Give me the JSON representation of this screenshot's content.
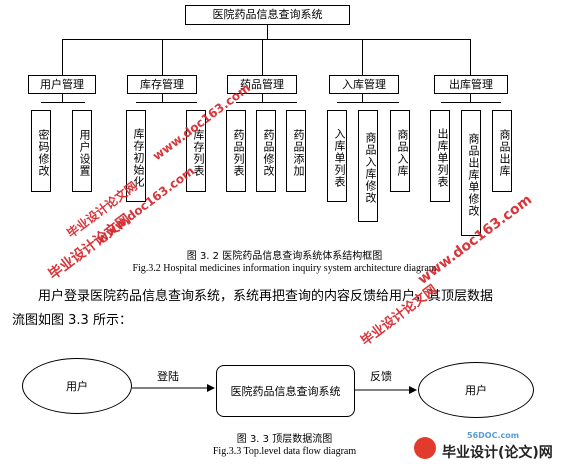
{
  "diagram": {
    "root": "医院药品信息查询系统",
    "modules": [
      {
        "title": "用户管理",
        "children": [
          "密码修改",
          "用户设置"
        ]
      },
      {
        "title": "库存管理",
        "children": [
          "库存初始化",
          "库存列表"
        ]
      },
      {
        "title": "药品管理",
        "children": [
          "药品列表",
          "药品修改",
          "药品添加"
        ]
      },
      {
        "title": "入库管理",
        "children": [
          "入库单列表",
          "商品入库修改",
          "商品入库"
        ]
      },
      {
        "title": "出库管理",
        "children": [
          "出库单列表",
          "商品出库单修改",
          "商品出库"
        ]
      }
    ]
  },
  "captions": {
    "fig32_cn": "图 3. 2  医院药品信息查询系统体系结构框图",
    "fig32_en": "Fig.3.2    Hospital medicines information inquiry system architecture diagram",
    "fig33_cn": "图 3. 3  顶层数据流图",
    "fig33_en": "Fig.3.3     Top.level data flow diagram"
  },
  "paragraph": {
    "line1": "用户登录医院药品信息查询系统，系统再把查询的内容反馈给用户，其顶层数据",
    "line2": "流图如图 3.3 所示："
  },
  "flow": {
    "left_entity": "用户",
    "right_entity": "用户",
    "process": "医院药品信息查询系统",
    "in_label": "登陆",
    "out_label": "反馈"
  },
  "watermarks": {
    "site_cn": "毕业设计论文网",
    "site_url": "www.doc163.com",
    "logo_url": "56DOC.com",
    "logo_cn": "毕业设计(论文)网"
  },
  "colors": {
    "watermark": "#d6262b",
    "line": "#000000"
  }
}
